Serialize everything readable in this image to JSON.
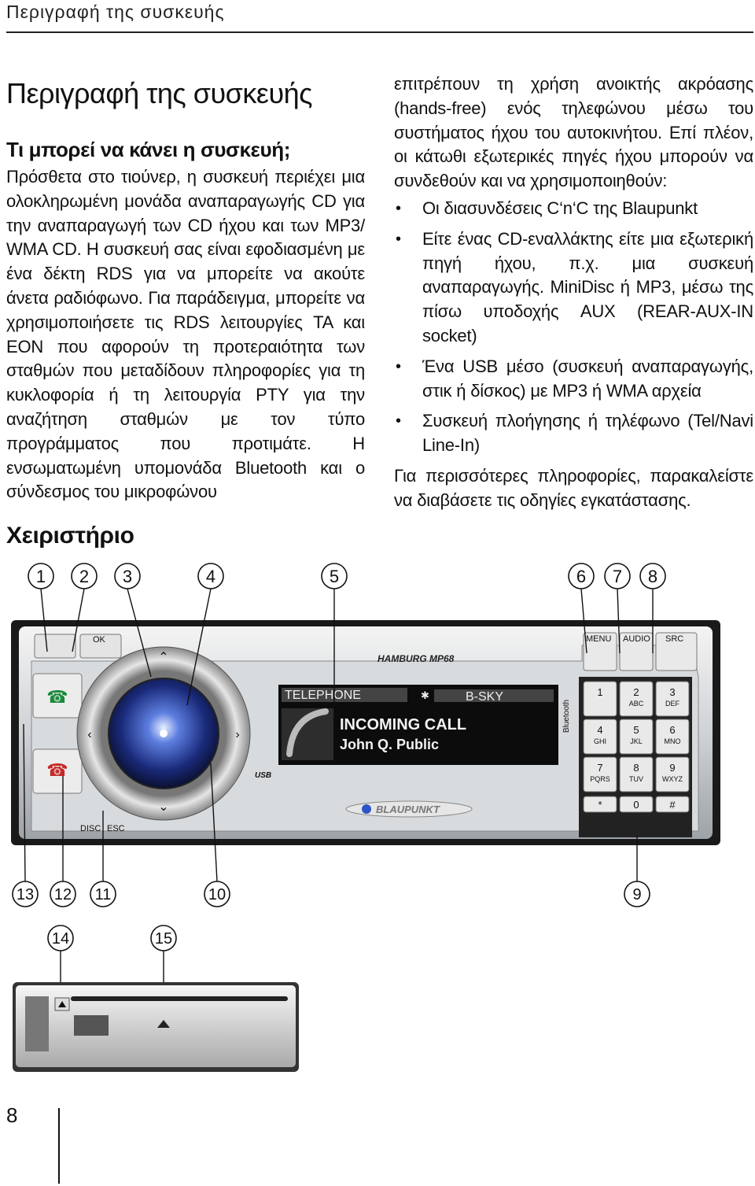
{
  "header": {
    "running_title": "Περιγραφή της συσκευής"
  },
  "left_column": {
    "title": "Περιγραφή της συσκευής",
    "subtitle": "Τι μπορεί να κάνει η συσκευή;",
    "paragraph": "Πρόσθετα στο τιούνερ, η συσκευή περιέχει μια ολοκληρωμένη μονάδα αναπαραγωγής CD για την αναπαραγωγή των CD ήχου και των MP3/ WMA CD. Η συσκευή σας είναι εφοδιασμένη με ένα δέκτη RDS για να μπορείτε να ακούτε άνετα ραδιόφωνο. Για παράδειγμα, μπορείτε να χρησιμοποιήσετε τις RDS λειτουργίες TA και EON που αφορούν τη προτεραιότητα των σταθμών που μεταδίδουν πληροφορίες για τη κυκλοφορία ή τη λειτουργία PTY για την αναζήτηση σταθμών με τον τύπο προγράμματος που προτιμάτε. Η ενσωματωμένη υπομονάδα Bluetooth και ο σύνδεσμος του μικροφώνου"
  },
  "right_column": {
    "paragraph": "επιτρέπουν τη χρήση ανοικτής ακρόασης (hands-free) ενός τηλεφώνου μέσω του συστήματος ήχου του αυτοκινήτου. Επί πλέον, οι κάτωθι εξωτερικές πηγές ήχου μπορούν να συνδεθούν και να χρησιμοποιηθούν:",
    "bullet_symbol": "•",
    "bullets": [
      "Οι διασυνδέσεις C‘n‘C της Blaupunkt",
      "Είτε ένας CD-εναλλάκτης είτε μια εξωτερική πηγή ήχου, π.χ. μια συσκευή αναπαραγωγής. MiniDisc ή MP3, μέσω της πίσω υποδοχής AUX (REAR-AUX-IN socket)",
      "Ένα USB μέσο (συσκευή αναπαραγωγής, στικ ή δίσκος) με MP3 ή WMA αρχεία",
      "Συσκευή πλοήγησης ή τηλέφωνο (Tel/Navi Line-In)"
    ],
    "closing": "Για περισσότερες πληροφορίες, παρακαλείστε να διαβάσετε τις οδηγίες εγκατάστασης."
  },
  "controls_section": {
    "title": "Χειριστήριο",
    "callouts_top": [
      "1",
      "2",
      "3",
      "4",
      "5",
      "6",
      "7",
      "8"
    ],
    "callouts_bottom": [
      "13",
      "12",
      "11",
      "10",
      "9"
    ],
    "callouts_slot": [
      "14",
      "15"
    ],
    "device": {
      "model": "HAMBURG MP68",
      "brand": "BLAUPUNKT",
      "display_line1_left": "TELEPHONE",
      "display_line1_right": "B-SKY",
      "display_line2": "INCOMING CALL",
      "display_line3": "John Q. Public",
      "bluetooth_label": "Bluetooth",
      "usb_label": "USB",
      "ok_label": "OK",
      "menu_label": "MENU",
      "audio_label": "AUDIO",
      "src_label": "SRC",
      "disc_label": "DISC",
      "esc_label": "ESC",
      "keypad": [
        {
          "digit": "1",
          "letters": ""
        },
        {
          "digit": "2",
          "letters": "ABC"
        },
        {
          "digit": "3",
          "letters": "DEF"
        },
        {
          "digit": "4",
          "letters": "GHI"
        },
        {
          "digit": "5",
          "letters": "JKL"
        },
        {
          "digit": "6",
          "letters": "MNO"
        },
        {
          "digit": "7",
          "letters": "PQRS"
        },
        {
          "digit": "8",
          "letters": "TUV"
        },
        {
          "digit": "9",
          "letters": "WXYZ"
        },
        {
          "digit": "*",
          "letters": ""
        },
        {
          "digit": "0",
          "letters": ""
        },
        {
          "digit": "#",
          "letters": ""
        }
      ]
    }
  },
  "footer": {
    "page_number": "8"
  }
}
